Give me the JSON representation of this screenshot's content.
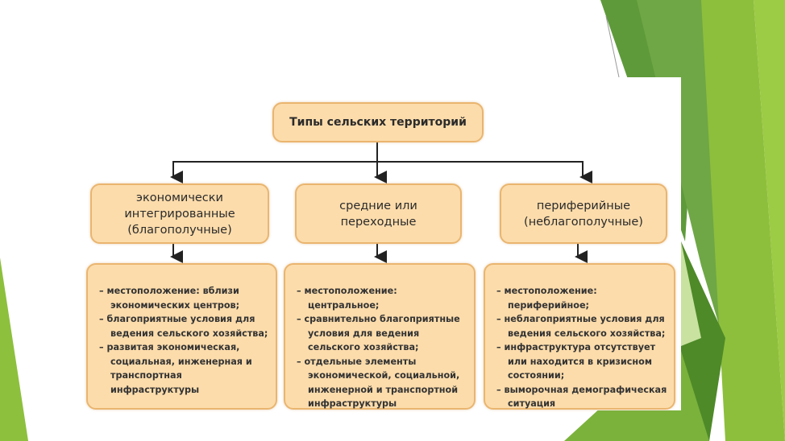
{
  "colors": {
    "box_fill": "#fcdcab",
    "box_border": "#eab56f",
    "green_dark": "#4f8f2a",
    "green_light": "#8fc13a"
  },
  "diagram": {
    "title": "Типы сельских территорий",
    "types": [
      {
        "name": "экономически\nинтегрированные\n(благополучные)",
        "features": [
          "местоположение: вблизи экономических центров;",
          "благоприятные условия для ведения сельского хозяйства;",
          "развитая экономическая, социальная, инженерная и транспортная инфраструктуры"
        ]
      },
      {
        "name": "средние или\nпереходные",
        "features": [
          "местоположение: центральное;",
          "сравнительно благоприятные условия для ведения сельского хозяйства;",
          "отдельные элементы экономической, социальной, инженерной и транспортной инфраструктуры"
        ]
      },
      {
        "name": "периферийные\n(неблагополучные)",
        "features": [
          "местоположение: периферийное;",
          "неблагоприятные условия для ведения сельского хозяйства;",
          "инфраструктура отсутствует или находится в кризисном состоянии;",
          "выморочная демографическая ситуация"
        ]
      }
    ]
  }
}
